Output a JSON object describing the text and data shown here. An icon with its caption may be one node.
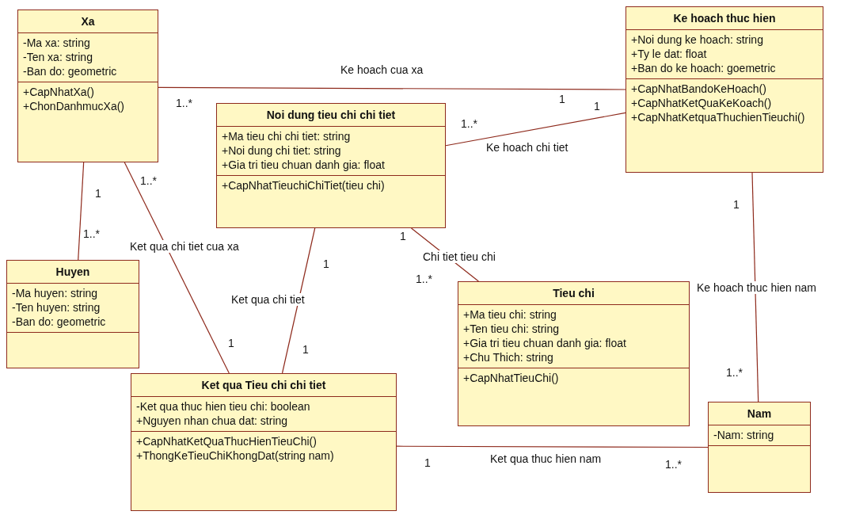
{
  "diagram": {
    "nodes": [
      {
        "text": [
          "Xa",
          "-Ma xa: string",
          "-Ten xa: string",
          "-Ban do: geometric",
          "+CapNhatXa()",
          "+ChonDanhmucXa()"
        ]
      },
      {
        "text": [
          "Ke hoach thuc hien",
          "+Noi dung ke hoach: string",
          "+Ty le dat: float",
          "+Ban do ke hoach: goemetric",
          "+CapNhatBandoKeHoach()",
          "+CapNhatKetQuaKeKoach()",
          "+CapNhatKetquaThuchienTieuchi()"
        ]
      },
      {
        "text": [
          "Noi dung tieu chi chi tiet",
          "+Ma tieu chi chi tiet: string",
          "+Noi dung chi tiet: string",
          "+Gia tri tieu chuan danh gia: float",
          "+CapNhatTieuchiChiTiet(tieu chi)"
        ]
      },
      {
        "text": [
          "Huyen",
          "-Ma huyen: string",
          "-Ten huyen: string",
          "-Ban do: geometric"
        ]
      },
      {
        "text": [
          "Tieu chi",
          "+Ma tieu chi: string",
          "+Ten tieu chi: string",
          "+Gia tri tieu chuan danh gia: float",
          "+Chu Thich: string",
          "+CapNhatTieuChi()"
        ]
      },
      {
        "text": [
          "Ket qua Tieu chi chi tiet",
          "-Ket qua thuc hien tieu chi: boolean",
          "+Nguyen nhan chua dat: string",
          "+CapNhatKetQuaThucHienTieuChi()",
          "+ThongKeTieuChiKhongDat(string nam)"
        ]
      },
      {
        "text": [
          "Nam",
          "-Nam: string"
        ]
      }
    ],
    "edges": [
      {
        "from": 0,
        "to": 1,
        "arrow": "none",
        "label": "Ke hoach cua xa"
      },
      {
        "from": 2,
        "to": 1,
        "arrow": "none",
        "label": "Ke hoach chi tiet"
      },
      {
        "from": 0,
        "to": 3,
        "arrow": "none"
      },
      {
        "from": 0,
        "to": 5,
        "arrow": "none",
        "label": "Ket qua chi tiet cua xa"
      },
      {
        "from": 2,
        "to": 5,
        "arrow": "none",
        "label": "Ket qua chi tiet"
      },
      {
        "from": 2,
        "to": 4,
        "arrow": "none",
        "label": "Chi tiet tieu chi"
      },
      {
        "from": 1,
        "to": 6,
        "arrow": "none",
        "label": "Ke hoach thuc hien nam"
      },
      {
        "from": 5,
        "to": 6,
        "arrow": "none",
        "label": "Ket qua thuc hien nam"
      }
    ],
    "labels": [
      "1",
      "1..*",
      "1",
      "1..*",
      "1..*",
      "1",
      "1",
      "1..*",
      "1",
      "1",
      "1..*",
      "1",
      "1",
      "1..*",
      "1",
      "1..*"
    ]
  }
}
